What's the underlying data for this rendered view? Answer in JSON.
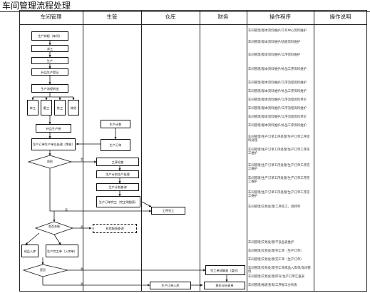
{
  "page": {
    "title": "车间管理流程处理"
  },
  "columns": [
    "车间管理",
    "生管",
    "仓库",
    "财务",
    "操作程序",
    "操作说明"
  ],
  "nodes": {
    "n1": "生产排程（车间）",
    "n2": "派工",
    "n3": "生产",
    "n4": "补品生产登记",
    "n5": "生产流程转出",
    "sub1": "车工",
    "sub2": "磨工",
    "sub3": "铣工",
    "sub4": "其他",
    "n6": "补品生产统",
    "n7": "生产订单生产单位处理（审核）",
    "n8": "生产计划",
    "n9": "生产订单",
    "d1": "质检",
    "n10": "工序检查",
    "n11": "生产计划生产处理",
    "n12": "生产计划查询",
    "n13": "生产订单完工（完工明细表）",
    "n14": "工序完工",
    "d2": "是否合格",
    "n15": "成品入库",
    "n16": "检验报表查询",
    "n17": "生产完工单（入库单）",
    "d3": "是否",
    "n18": "完工单核算表（盘价）",
    "n19": "生产订单入库",
    "n20": "报价分析表单"
  },
  "notes": [
    "车间管理/基本资料维护/工作中心资料维护",
    "车间管理/基本资料维护/班组资料维护",
    "车间管理/基本资料维护/工序资料维护",
    "车间管理/基本资料维护/补品工序资料维护",
    "车间管理/基本资料维护/工序流程资料维护",
    "车间管理/基本资料维护/补品工序资料维护",
    "车间管理/基本资料维护/工序流程资料单价",
    "车间管理/基本资料维护/工序流程资料维护",
    "车间管理/基本资料维护/工序流程资料单价",
    "车间管理/基本资料维护/补品工序资料维护",
    "车间管理/生产订单工序处理/生产订单工序资料处理",
    "车间管理/生产订单工序处理/生产订单工序完工维护",
    "车间管理/生产订单工序处理/生产订单工序完工维护",
    "车间管理/生产订单工序处理/生产订单工序完工维护",
    "车间管理/生产订单工序处理/生产订单工序完工维护",
    "车间管理/交易处理/工序完工、退转单",
    "车间管理/交易处理/不良品表维护",
    "车间管理/交易处理/完工单（生产订单）",
    "车间管理/交易处理/完工单（生产订单）",
    "车间管理/交易处理/完工单成品入库单/车间管理",
    "车间管理/交易处理/库存/生产订单汇报表",
    "车间管理/报表查询/工序报工分析表"
  ],
  "labels": {
    "yes": "是",
    "no": "否",
    "return": "退转"
  }
}
